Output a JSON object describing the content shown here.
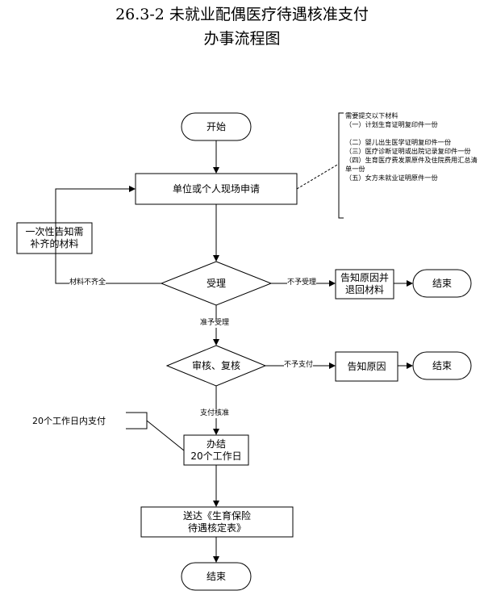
{
  "title": {
    "line1": "26.3-2 未就业配偶医疗待遇核准支付",
    "line2": "办事流程图"
  },
  "nodes": {
    "start": "开始",
    "apply": "单位或个人现场申请",
    "notify_materials": "一次性告知需补齐的材料",
    "accept": "受理",
    "reject_notice": "告知原因并退回材料",
    "end1": "结束",
    "review": "审核、复核",
    "pay_reject_notice": "告知原因",
    "end2": "结束",
    "settle_line1": "办结",
    "settle_line2": "20个工作日",
    "deliver_line1": "送达《生育保险",
    "deliver_line2": "待遇核定表》",
    "end3": "结束"
  },
  "edges": {
    "incomplete": "材料不齐全",
    "not_accepted": "不予受理",
    "accepted": "准予受理",
    "not_paid": "不予支付",
    "pay_approved": "支付核准"
  },
  "annotations": {
    "materials": [
      "需要提交以下材料",
      "（一）计划生育证明复印件一份",
      "（二）婴儿出生医学证明复印件一份",
      "（三）医疗诊断证明或出院记录复印件一份",
      "（四）生育医疗费发票原件及住院费用汇总清单一份",
      "（五）女方未就业证明原件一份"
    ],
    "deadline": "20个工作日内支付"
  }
}
